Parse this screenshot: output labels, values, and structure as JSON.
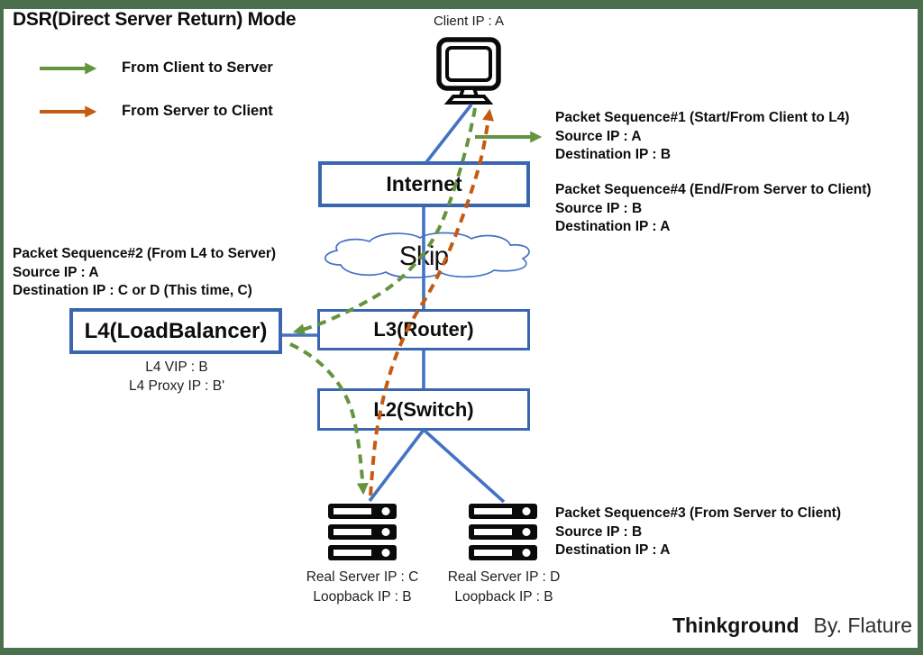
{
  "title": "DSR(Direct Server Return) Mode",
  "legend": {
    "client_to_server": "From Client to Server",
    "server_to_client": "From Server to Client"
  },
  "client": {
    "label": "Client IP : A"
  },
  "nodes": {
    "internet": "Internet",
    "cloud": "Skip",
    "l3": "L3(Router)",
    "l4": "L4(LoadBalancer)",
    "l4_notes": [
      "L4 VIP : B",
      "L4 Proxy IP : B'"
    ],
    "l2": "L2(Switch)"
  },
  "servers": [
    {
      "line1": "Real Server IP : C",
      "line2": "Loopback IP : B"
    },
    {
      "line1": "Real Server IP : D",
      "line2": "Loopback IP : B"
    }
  ],
  "packets": [
    {
      "title": "Packet Sequence#1 (Start/From Client to L4)",
      "source": "Source IP : A",
      "destination": "Destination IP : B"
    },
    {
      "title": "Packet Sequence#4 (End/From Server to Client)",
      "source": "Source IP : B",
      "destination": "Destination IP : A"
    },
    {
      "title": "Packet Sequence#2 (From L4 to Server)",
      "source": "Source IP : A",
      "destination": "Destination IP : C or D (This time, C)"
    },
    {
      "title": "Packet Sequence#3 (From Server to Client)",
      "source": "Source IP : B",
      "destination": "Destination IP : A"
    }
  ],
  "footer": {
    "brand": "Thinkground",
    "byline": "By. Flature"
  },
  "colors": {
    "frame_green": "#4A704D",
    "line_blue": "#4472C4",
    "box_border_blue": "#3A66B0",
    "arrow_green": "#64943E",
    "arrow_orange": "#C55A11"
  }
}
